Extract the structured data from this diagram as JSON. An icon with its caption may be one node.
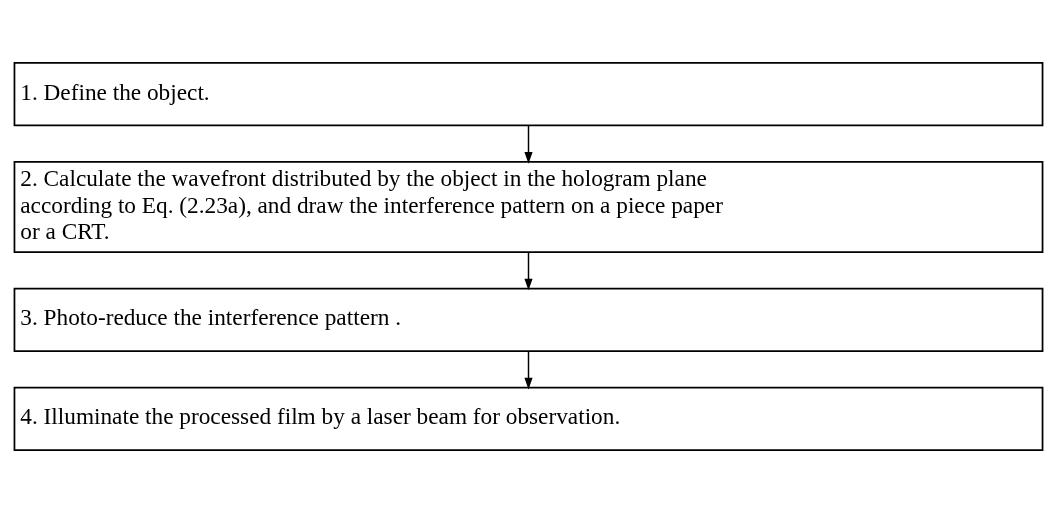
{
  "diagram": {
    "nodes": [
      {
        "text": [
          "1. Define the object."
        ]
      },
      {
        "text": [
          "2. Calculate the wavefront distributed by the object in the hologram plane according to Eq. (2.23a), and draw the interference pattern on a piece paper or a CRT."
        ]
      },
      {
        "text": [
          "3. Photo-reduce the interference pattern ."
        ]
      },
      {
        "text": [
          "4. Illuminate the processed film by a laser beam for observation."
        ]
      }
    ],
    "edges": [
      {
        "from": 0,
        "to": 1,
        "arrow": "to"
      },
      {
        "from": 1,
        "to": 2,
        "arrow": "to"
      },
      {
        "from": 2,
        "to": 3,
        "arrow": "to"
      }
    ]
  }
}
